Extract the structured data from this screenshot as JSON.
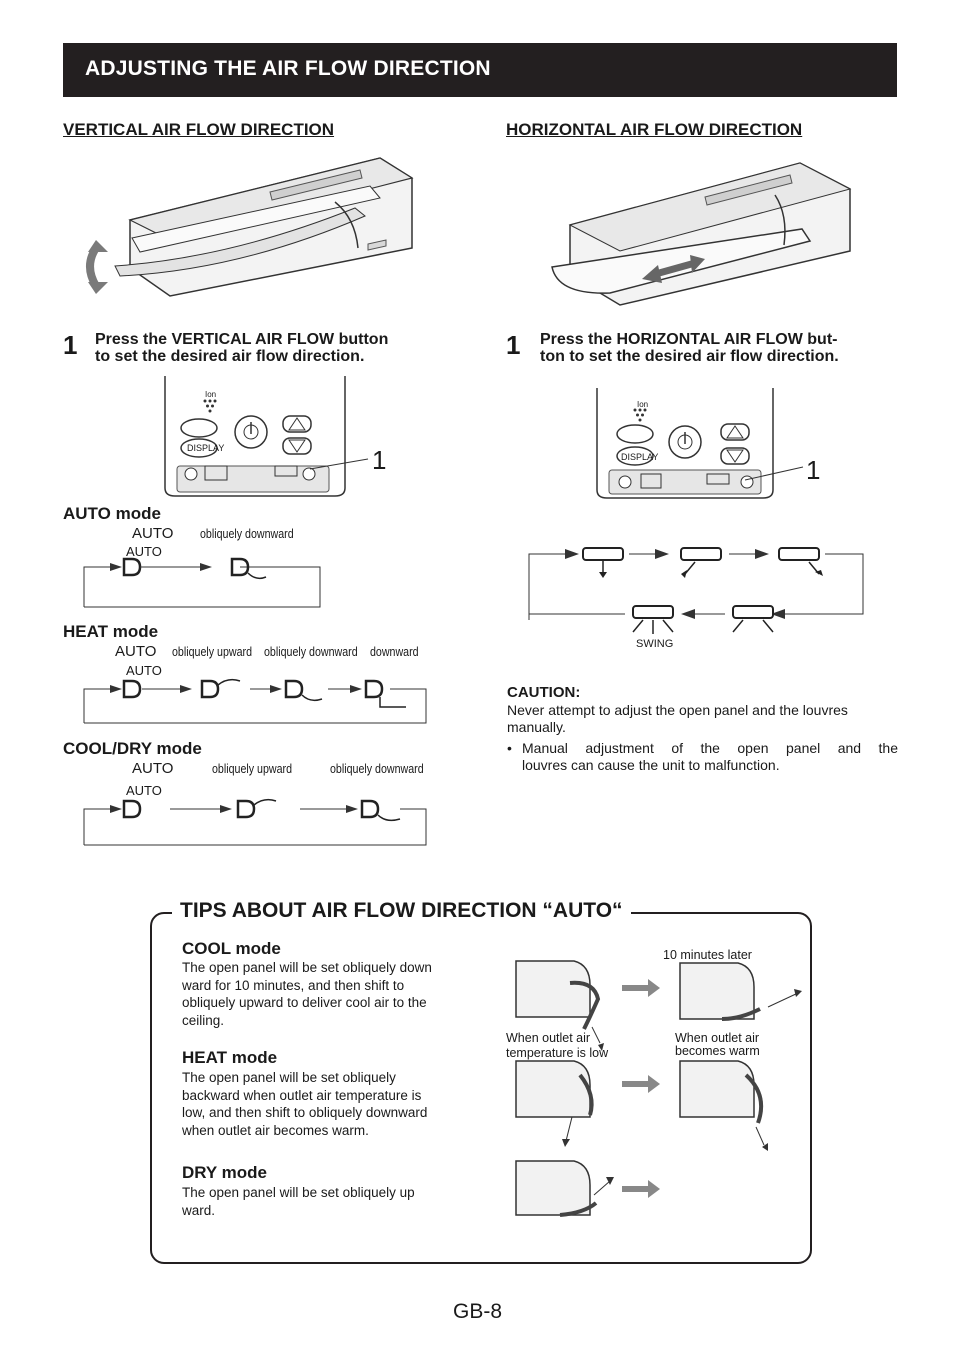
{
  "header": {
    "title": "ADJUSTING THE AIR FLOW DIRECTION"
  },
  "vertical": {
    "heading": "VERTICAL AIR FLOW DIRECTION",
    "step_number": "1",
    "step_text_1": "Press the VERTICAL AIR FLOW button",
    "step_text_2": "to set the desired air flow direction.",
    "callout": "1",
    "remote": {
      "ion_label": "Ion",
      "display_label": "DISPLAY"
    }
  },
  "horizontal": {
    "heading": "HORIZONTAL AIR FLOW DIRECTION",
    "step_number": "1",
    "step_text_1": "Press the HORIZONTAL AIR FLOW but-",
    "step_text_2": "ton to set the desired air flow direction.",
    "callout": "1",
    "remote": {
      "ion_label": "Ion",
      "display_label": "DISPLAY"
    },
    "swing_label": "SWING"
  },
  "auto_mode": {
    "title": "AUTO mode",
    "labels": [
      "AUTO",
      "obliquely downward"
    ],
    "icon_label": "AUTO"
  },
  "heat_mode": {
    "title": "HEAT mode",
    "labels": [
      "AUTO",
      "obliquely upward",
      "obliquely downward",
      "downward"
    ],
    "icon_label": "AUTO"
  },
  "cool_dry_mode": {
    "title": "COOL/DRY mode",
    "labels": [
      "AUTO",
      "obliquely upward",
      "obliquely downward"
    ],
    "icon_label": "AUTO"
  },
  "caution": {
    "title": "CAUTION:",
    "line1": "Never attempt to adjust the open panel and the louvres",
    "line2": "manually.",
    "bullet_1": "Manual adjustment of the open panel and the",
    "bullet_2": "louvres can cause the unit to malfunction."
  },
  "tips": {
    "title": "TIPS ABOUT AIR FLOW DIRECTION “AUTO“",
    "cool": {
      "title": "COOL mode",
      "lines": [
        "The open panel will be set obliquely down",
        "ward for 10 minutes, and then shift to",
        "obliquely upward to deliver cool air to the",
        "ceiling."
      ]
    },
    "heat": {
      "title": "HEAT mode",
      "lines": [
        "The open panel will be set obliquely",
        "backward when outlet air temperature is",
        "low, and then shift to obliquely downward",
        "when outlet air becomes warm."
      ]
    },
    "dry": {
      "title": "DRY mode",
      "lines": [
        "The open panel will be set obliquely up",
        "ward."
      ]
    },
    "later_label": "10 minutes later",
    "low_temp_1": "When outlet air",
    "low_temp_2": "temperature is low",
    "warm_1": "When outlet air",
    "warm_2": "becomes warm"
  },
  "page_number": "GB-8"
}
